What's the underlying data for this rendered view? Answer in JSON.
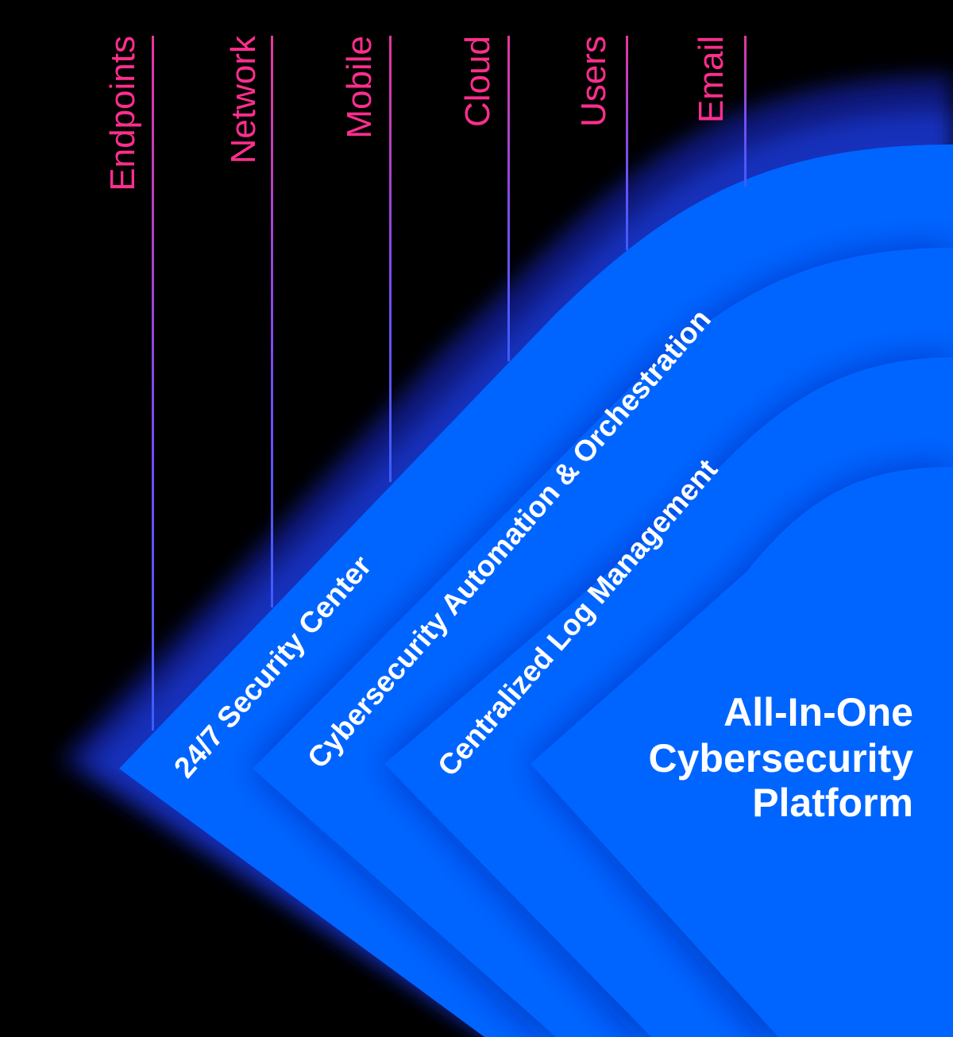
{
  "diagram": {
    "sources": [
      {
        "name": "endpoints",
        "label": "Endpoints"
      },
      {
        "name": "network",
        "label": "Network"
      },
      {
        "name": "mobile",
        "label": "Mobile"
      },
      {
        "name": "cloud",
        "label": "Cloud"
      },
      {
        "name": "users",
        "label": "Users"
      },
      {
        "name": "email",
        "label": "Email"
      }
    ],
    "layers": [
      {
        "name": "security-center",
        "label": "24/7 Security Center"
      },
      {
        "name": "automation-orchestration",
        "label": "Cybersecurity Automation & Orchestration"
      },
      {
        "name": "log-management",
        "label": "Centralized Log Management"
      }
    ],
    "core": {
      "lines": [
        "All-In-One",
        "Cybersecurity",
        "Platform"
      ]
    },
    "colors": {
      "background": "#000000",
      "layer_fill": "#0065ff",
      "source_label": "#ff2e8e",
      "line_top": "#e8369a",
      "line_bottom": "#3d5cff"
    }
  }
}
